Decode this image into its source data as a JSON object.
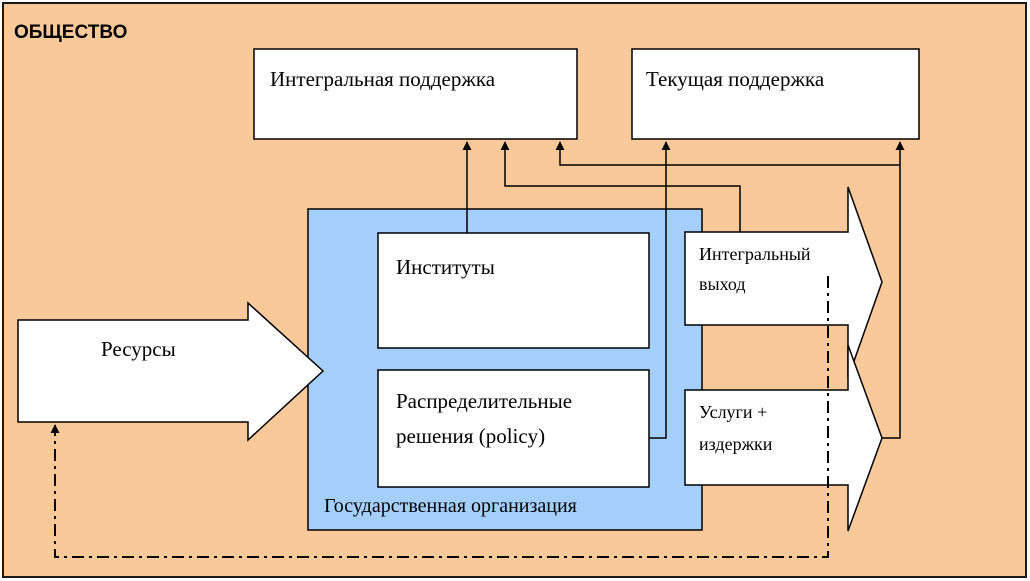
{
  "society": {
    "label": "ОБЩЕСТВО",
    "fill": "#FAC99A",
    "border": "#1a1a1a"
  },
  "boxes": {
    "integral_support": "Интегральная поддержка",
    "current_support": "Текущая поддержка",
    "institutions": "Институты",
    "distributive_line1": "Распределительные",
    "distributive_line2": "решения (policy)"
  },
  "state_org": {
    "label": "Государственная организация",
    "fill": "#A3CFFA"
  },
  "arrows": {
    "resources": "Ресурсы",
    "integral_output_line1": "Интегральный",
    "integral_output_line2": "выход",
    "services_line1": "Услуги +",
    "services_line2": "издержки"
  }
}
